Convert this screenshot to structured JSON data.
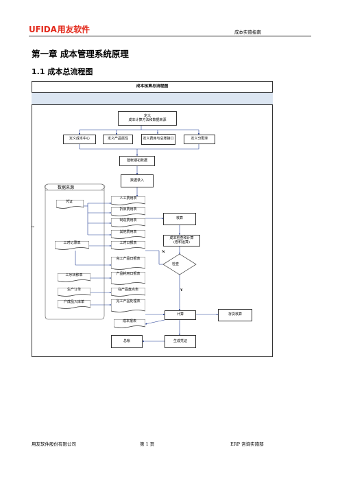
{
  "header": {
    "logo_brand": "UFIDA",
    "logo_cn": "用友软件",
    "doc_title": "成本实施指南"
  },
  "chapter_title": "第一章  成本管理系统原理",
  "section_title": "1.1  成本总流程图",
  "flowchart": {
    "title": "成本核算总流程图",
    "side_mark": "→",
    "top_box": [
      "定义",
      "成本计算方法和数据来源"
    ],
    "define_row": [
      "定义成本中心",
      "定义产品属性",
      "定义费用与总账接口",
      "定义分配率"
    ],
    "period_start": "建帐期初数据",
    "data_entry": "数据录入",
    "data_source_title": "数据来源",
    "sources": {
      "voucher": "凭证",
      "work_hours_record": "工时记录单",
      "process_transfer": "工序转移单",
      "production_order": "生产订单",
      "product_inbound": "产成品入库单"
    },
    "expense_tables": [
      "人工费用表",
      "折旧费用表",
      "制造费用表",
      "其他费用表",
      "工时日报表",
      "完工产品日报表",
      "产品耗用日报表",
      "在产品盘点表",
      "完工产品处理表"
    ],
    "cost_report": "成本报表",
    "accounting": "核算",
    "cost_calc": [
      "成本检查和计算",
      "(卷积运算)"
    ],
    "check": "检查",
    "calculate": "计算",
    "inventory_accounting": "存货核算",
    "general_ledger": "总帐",
    "generate_voucher": "生成凭证",
    "yes_mark": "N",
    "y_mark": "Y"
  },
  "footer": {
    "company": "用友软件股份有限公司",
    "page": "第  1  页",
    "dept": "ERP 咨询实施部"
  }
}
